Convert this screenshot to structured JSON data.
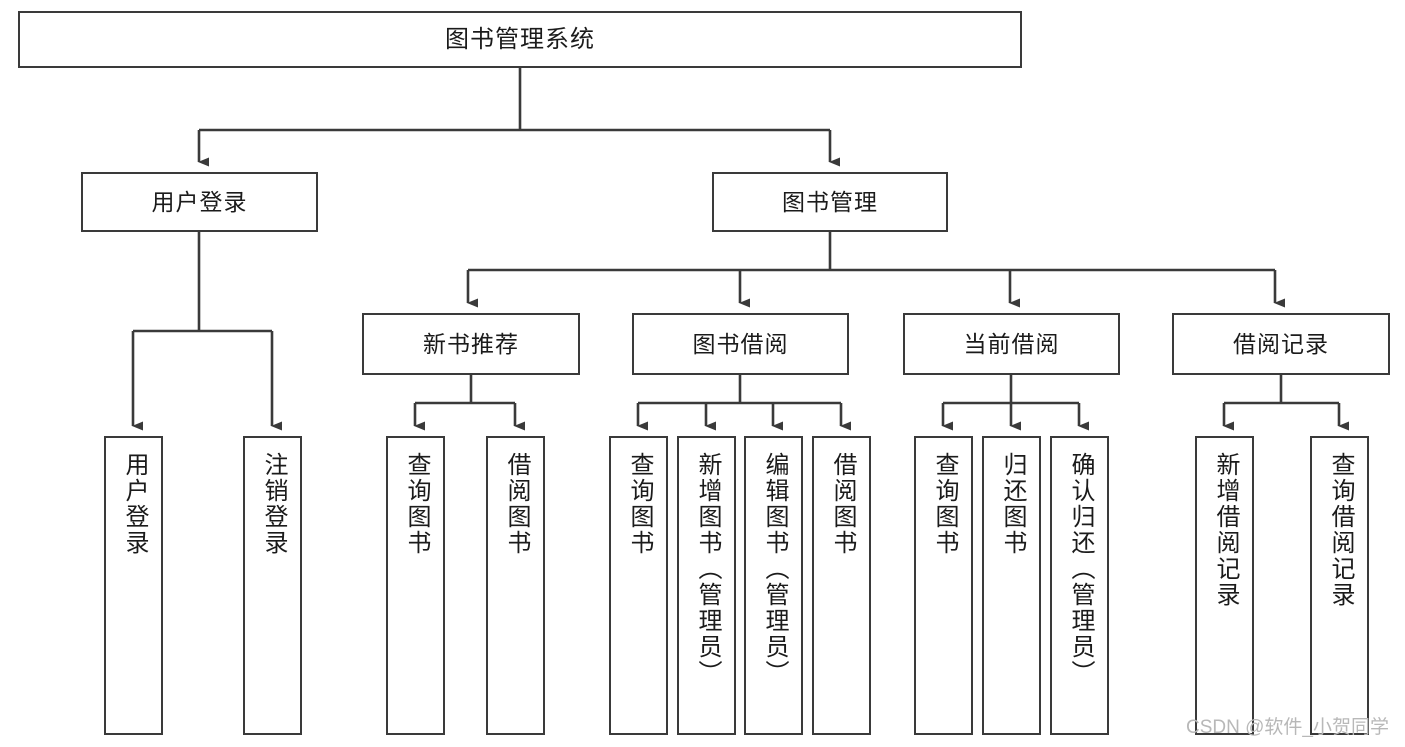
{
  "diagram": {
    "title": "图书管理系统",
    "type": "hierarchy-tree",
    "orientation": "top-down",
    "colors": {
      "box_border": "#3a3a3a",
      "box_fill": "#ffffff",
      "connector": "#3a3a3a",
      "text": "#1b1b1b",
      "watermark": "#b8b8b8"
    },
    "levels": {
      "level1": [
        "图书管理系统"
      ],
      "level2": [
        "用户登录",
        "图书管理"
      ],
      "level3": [
        "新书推荐",
        "图书借阅",
        "当前借阅",
        "借阅记录"
      ],
      "level4": [
        "用户登录",
        "注销登录",
        "查询图书",
        "借阅图书",
        "查询图书",
        "新增图书（管理员）",
        "编辑图书（管理员）",
        "借阅图书",
        "查询图书",
        "归还图书",
        "确认归还（管理员）",
        "新增借阅记录",
        "查询借阅记录"
      ]
    },
    "nodes": {
      "root": {
        "label": "图书管理系统"
      },
      "user_login": {
        "label": "用户登录"
      },
      "book_manage": {
        "label": "图书管理"
      },
      "new_book_rec": {
        "label": "新书推荐"
      },
      "book_borrow": {
        "label": "图书借阅"
      },
      "current_borrow": {
        "label": "当前借阅"
      },
      "borrow_record": {
        "label": "借阅记录"
      },
      "leaf_user_login": {
        "label": "用户登录"
      },
      "leaf_user_logout": {
        "label": "注销登录"
      },
      "leaf_rec_query": {
        "label": "查询图书"
      },
      "leaf_rec_borrow": {
        "label": "借阅图书"
      },
      "leaf_bb_query": {
        "label": "查询图书"
      },
      "leaf_bb_add": {
        "label": "新增图书（管理员）"
      },
      "leaf_bb_edit": {
        "label": "编辑图书（管理员）"
      },
      "leaf_bb_borrow": {
        "label": "借阅图书"
      },
      "leaf_cb_query": {
        "label": "查询图书"
      },
      "leaf_cb_return": {
        "label": "归还图书"
      },
      "leaf_cb_confirm": {
        "label": "确认归还（管理员）"
      },
      "leaf_br_add": {
        "label": "新增借阅记录"
      },
      "leaf_br_query": {
        "label": "查询借阅记录"
      }
    },
    "edges": [
      {
        "from": "root",
        "to": "user_login"
      },
      {
        "from": "root",
        "to": "book_manage"
      },
      {
        "from": "user_login",
        "to": "leaf_user_login"
      },
      {
        "from": "user_login",
        "to": "leaf_user_logout"
      },
      {
        "from": "book_manage",
        "to": "new_book_rec"
      },
      {
        "from": "book_manage",
        "to": "book_borrow"
      },
      {
        "from": "book_manage",
        "to": "current_borrow"
      },
      {
        "from": "book_manage",
        "to": "borrow_record"
      },
      {
        "from": "new_book_rec",
        "to": "leaf_rec_query"
      },
      {
        "from": "new_book_rec",
        "to": "leaf_rec_borrow"
      },
      {
        "from": "book_borrow",
        "to": "leaf_bb_query"
      },
      {
        "from": "book_borrow",
        "to": "leaf_bb_add"
      },
      {
        "from": "book_borrow",
        "to": "leaf_bb_edit"
      },
      {
        "from": "book_borrow",
        "to": "leaf_bb_borrow"
      },
      {
        "from": "current_borrow",
        "to": "leaf_cb_query"
      },
      {
        "from": "current_borrow",
        "to": "leaf_cb_return"
      },
      {
        "from": "current_borrow",
        "to": "leaf_cb_confirm"
      },
      {
        "from": "borrow_record",
        "to": "leaf_br_add"
      },
      {
        "from": "borrow_record",
        "to": "leaf_br_query"
      }
    ]
  },
  "watermark": {
    "text": "CSDN @软件_小贺同学"
  }
}
